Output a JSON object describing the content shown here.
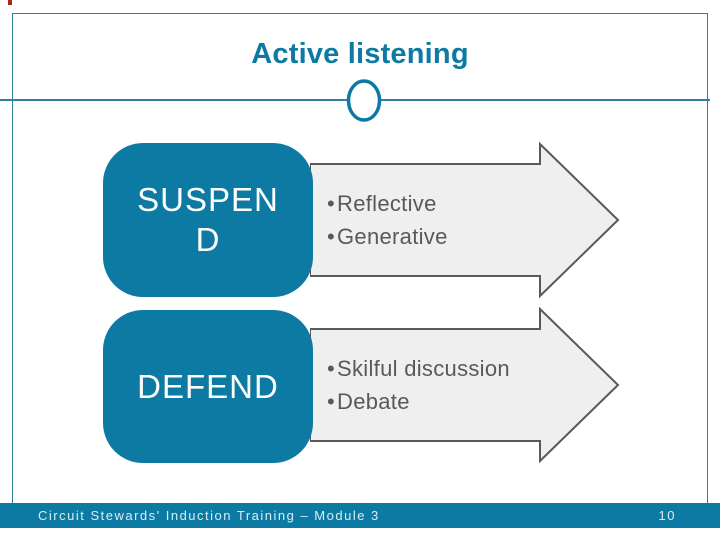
{
  "header": {
    "title": "Active listening"
  },
  "rows": [
    {
      "box": {
        "lines": [
          "SUSPEN",
          "D"
        ]
      },
      "arrow": {
        "bullets": [
          "Reflective",
          "Generative"
        ]
      }
    },
    {
      "box": {
        "lines": [
          "DEFEND"
        ]
      },
      "arrow": {
        "bullets": [
          "Skilful discussion",
          "Debate"
        ]
      }
    }
  ],
  "footer": {
    "left_text": "Circuit Stewards' Induction Training – Module 3",
    "page_number": "10"
  },
  "colors": {
    "teal": "#0d7aa4",
    "border_line": "#2f7e9d",
    "arrow_fill": "#efefef",
    "arrow_border": "#595959",
    "bullet_text": "#595959",
    "footer_text": "#d9edf4",
    "corner_accent": "#b02318"
  }
}
